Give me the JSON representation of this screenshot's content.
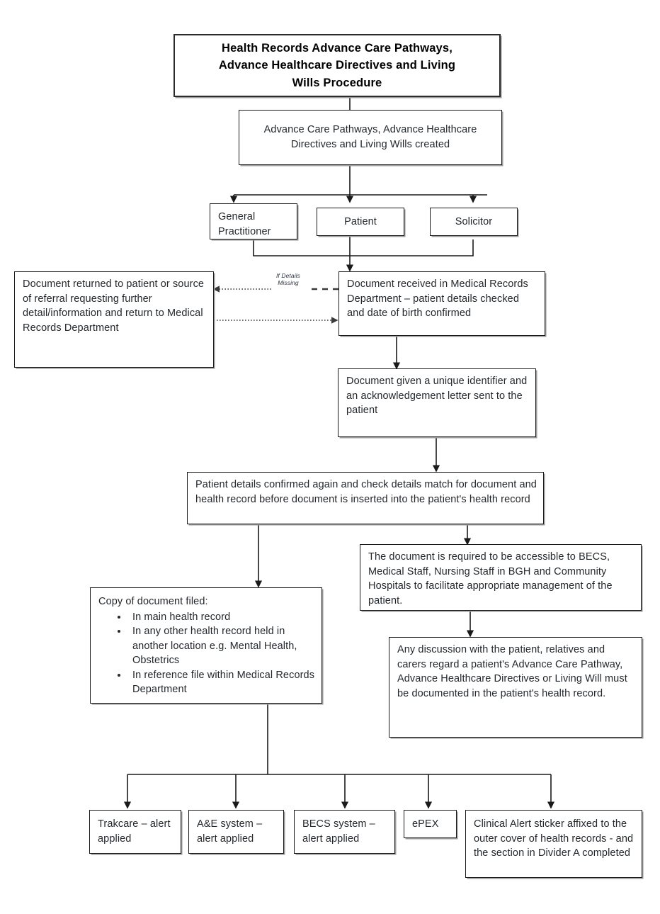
{
  "document": {
    "kind": "flowchart",
    "title": "Health Records Advance Care Pathways, Advance Healthcare Directives and Living Wills Procedure",
    "background_color": "#ffffff",
    "line_color": "#1a1a1a",
    "text_color": "#23282d"
  },
  "nodes": {
    "title": {
      "line1": "Health Records Advance Care Pathways,",
      "line2": "Advance Healthcare Directives and Living",
      "line3": "Wills Procedure"
    },
    "created": "Advance Care Pathways, Advance Healthcare Directives and Living Wills created",
    "gp": "General Practitioner",
    "patient": "Patient",
    "solicitor": "Solicitor",
    "returned": "Document returned to patient or source of referral requesting further detail/information and return to Medical Records Department",
    "received": "Document received in Medical Records Department – patient details checked and date of birth confirmed",
    "unique_id": "Document given a unique identifier and an acknowledgement letter sent to the patient",
    "confirm_again": "Patient details confirmed again and check details match for document and health record before document is inserted into the patient's health record",
    "accessible": "The document is required to be accessible to BECS, Medical Staff, Nursing Staff in BGH and Community Hospitals to facilitate appropriate management of the patient.",
    "discussion": "Any discussion with the patient, relatives and carers regard a patient's Advance Care Pathway, Advance Healthcare Directives or Living Will must be documented in the patient's health record.",
    "copy_filed": {
      "heading": "Copy of document filed:",
      "items": [
        "In main health record",
        "In any other health record held in another location e.g. Mental Health, Obstetrics",
        "In reference file within Medical Records Department"
      ]
    },
    "trakcare": "Trakcare – alert applied",
    "ae_system": "A&E system – alert applied",
    "becs_system": "BECS system – alert applied",
    "epex": "ePEX",
    "clinical_alert": "Clinical Alert sticker affixed to the outer cover of health records - and the section in Divider A completed"
  },
  "edges": {
    "if_details_missing": {
      "line1": "If Details",
      "line2": "Missing"
    }
  }
}
